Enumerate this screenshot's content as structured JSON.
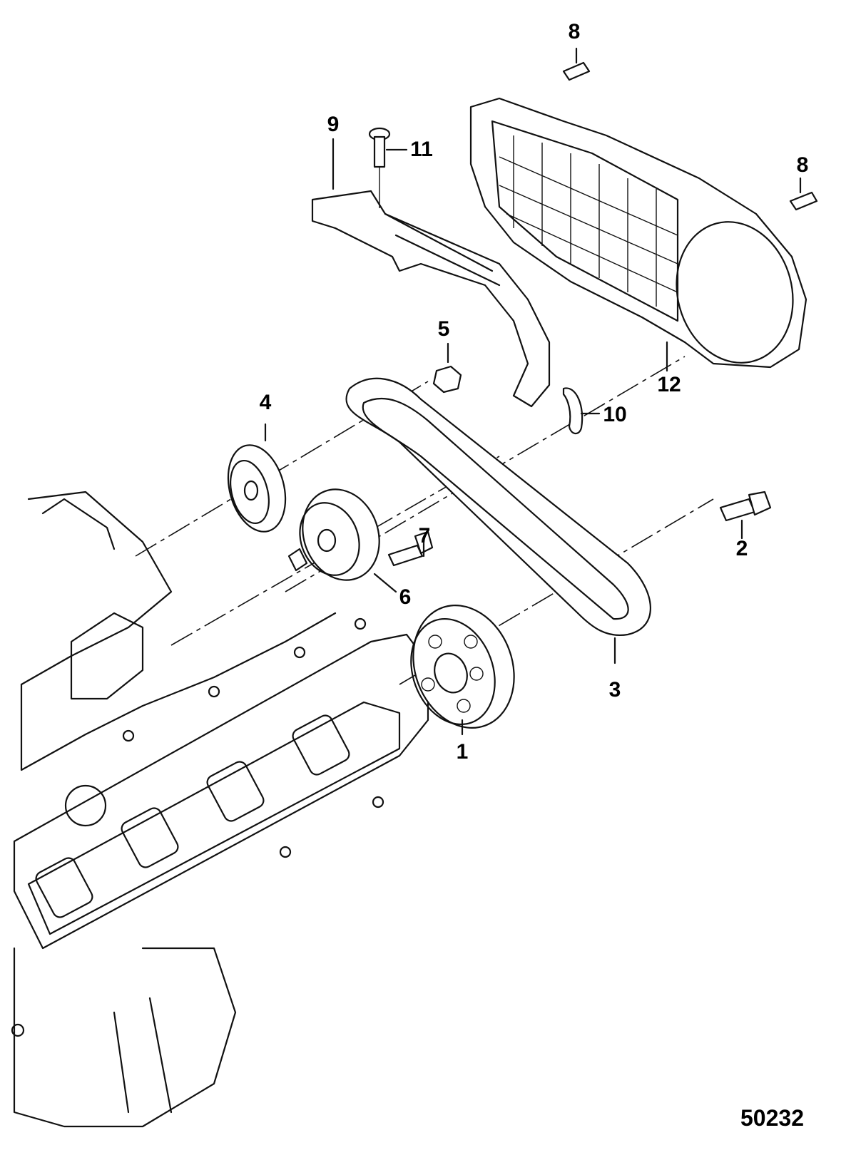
{
  "diagram": {
    "type": "exploded-parts-view",
    "callouts": [
      {
        "id": "callout-1",
        "label": "1"
      },
      {
        "id": "callout-2",
        "label": "2"
      },
      {
        "id": "callout-3",
        "label": "3"
      },
      {
        "id": "callout-4",
        "label": "4"
      },
      {
        "id": "callout-5",
        "label": "5"
      },
      {
        "id": "callout-6",
        "label": "6"
      },
      {
        "id": "callout-7",
        "label": "7"
      },
      {
        "id": "callout-8a",
        "label": "8"
      },
      {
        "id": "callout-8b",
        "label": "8"
      },
      {
        "id": "callout-9",
        "label": "9"
      },
      {
        "id": "callout-10",
        "label": "10"
      },
      {
        "id": "callout-11",
        "label": "11"
      },
      {
        "id": "callout-12",
        "label": "12"
      }
    ],
    "figure_number": "50232"
  }
}
